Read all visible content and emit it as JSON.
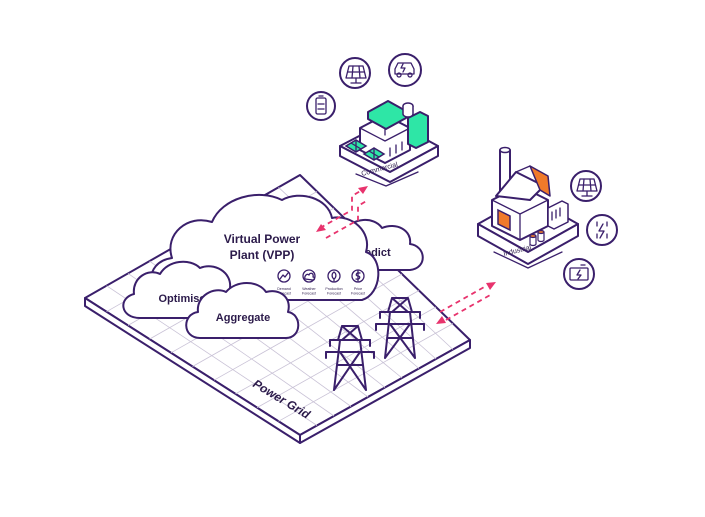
{
  "colors": {
    "ink": "#3a1f6b",
    "accent_green": "#2ee6a6",
    "accent_orange": "#f07a2a",
    "arrow_pink": "#e8336d",
    "solar_green": "#2ee6a6"
  },
  "vpp": {
    "title_line1": "Virtual Power",
    "title_line2": "Plant (VPP)",
    "forecasts": [
      {
        "icon": "demand-forecast-icon",
        "label_line1": "Demand",
        "label_line2": "Forecast"
      },
      {
        "icon": "weather-forecast-icon",
        "label_line1": "Weather",
        "label_line2": "Forecast"
      },
      {
        "icon": "production-forecast-icon",
        "label_line1": "Production",
        "label_line2": "Forecast"
      },
      {
        "icon": "price-forecast-icon",
        "label_line1": "Price",
        "label_line2": "Forecast"
      }
    ]
  },
  "clouds": {
    "predict": "Predict",
    "optimise": "Optimise",
    "aggregate": "Aggregate"
  },
  "grid": {
    "label": "Power Grid"
  },
  "sites": {
    "commercial": {
      "label": "Commercial",
      "icons": [
        "battery-icon",
        "solar-panel-icon",
        "electric-car-icon"
      ]
    },
    "industrial": {
      "label": "Industrial",
      "icons": [
        "solar-panel-icon",
        "power-meter-icon",
        "battery-charging-icon"
      ]
    }
  }
}
